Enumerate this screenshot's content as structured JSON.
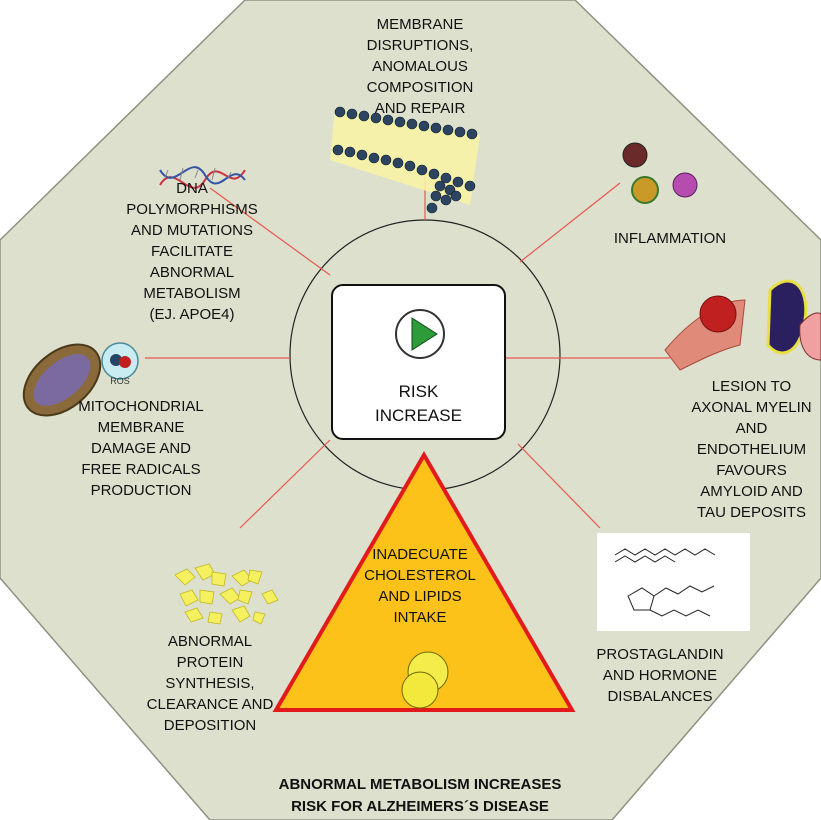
{
  "center": {
    "label": "RISK\nINCREASE"
  },
  "nodes": {
    "membrane": "MEMBRANE\nDISRUPTIONS,\nANOMALOUS\nCOMPOSITION\nAND REPAIR",
    "dna": "DNA\nPOLYMORPHISMS\nAND MUTATIONS\nFACILITATE\nABNORMAL\nMETABOLISM\n(EJ. APOE4)",
    "inflammation": "INFLAMMATION",
    "lesion": "LESION TO\nAXONAL MYELIN\nAND\nENDOTHELIUM\nFAVOURS\nAMYLOID AND\nTAU DEPOSITS",
    "mitochondrial": "MITOCHONDRIAL\nMEMBRANE\nDAMAGE AND\nFREE RADICALS\nPRODUCTION",
    "protein": "ABNORMAL\nPROTEIN\nSYNTHESIS,\nCLEARANCE AND\nDEPOSITION",
    "prostaglandin": "PROSTAGLANDIN\nAND HORMONE\nDISBALANCES"
  },
  "triangle": {
    "label": "INADECUATE\nCHOLESTEROL\nAND LIPIDS\nINTAKE"
  },
  "ros_label": "ROS",
  "title": "ABNORMAL METABOLISM INCREASES\nRISK FOR ALZHEIMERS´S DISEASE",
  "colors": {
    "octagon": "#dde0cd",
    "connector": "#e8574f",
    "triangle_fill": "#fcc21a",
    "triangle_border": "#e31a1c",
    "play_icon": "#2e9b3a"
  }
}
